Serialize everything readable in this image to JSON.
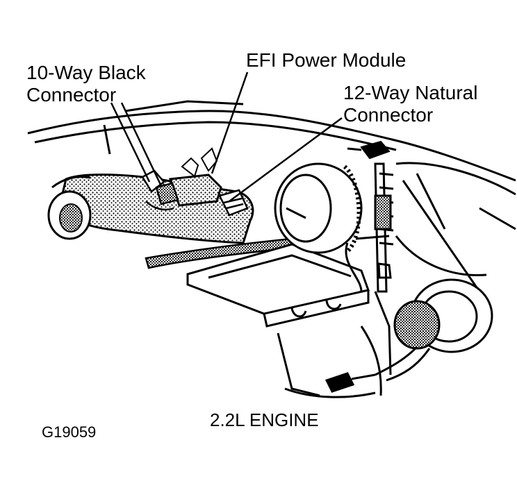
{
  "callouts": {
    "ten_way": {
      "line1": "10-Way Black",
      "line2": "Connector"
    },
    "efi": {
      "line1": "EFI Power Module"
    },
    "twelve_way": {
      "line1": "12-Way Natural",
      "line2": "Connector"
    }
  },
  "caption": "2.2L ENGINE",
  "figure_id": "G19059"
}
